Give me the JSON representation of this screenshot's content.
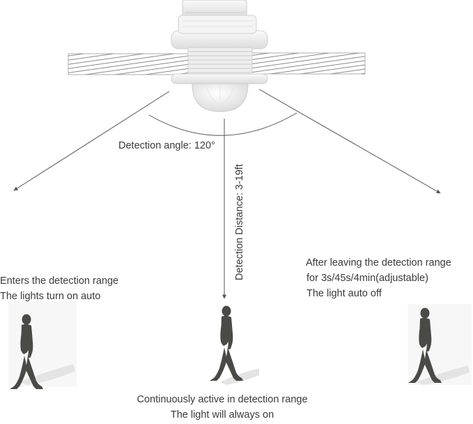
{
  "detection": {
    "angle_label": "Detection angle: 120°",
    "angle_degrees": 120,
    "distance_label": "Detection Distance: 3-19ft"
  },
  "scenes": {
    "enter": {
      "line1": "Enters the detection range",
      "line2": "The lights turn on auto"
    },
    "active": {
      "line1": "Continuously active in detection range",
      "line2": "The light will always on"
    },
    "leave": {
      "line1": "After leaving the detection range",
      "line2": "for 3s/45s/4min(adjustable)",
      "line3": "The light auto off"
    }
  },
  "colors": {
    "sensor_body": "#f2f2f2",
    "sensor_shadow": "#cfcfcf",
    "wire_red": "#c81e1e",
    "wire_black": "#111111",
    "line": "#555555",
    "person": "#4a4a46",
    "shadow": "#e6e6e6"
  }
}
